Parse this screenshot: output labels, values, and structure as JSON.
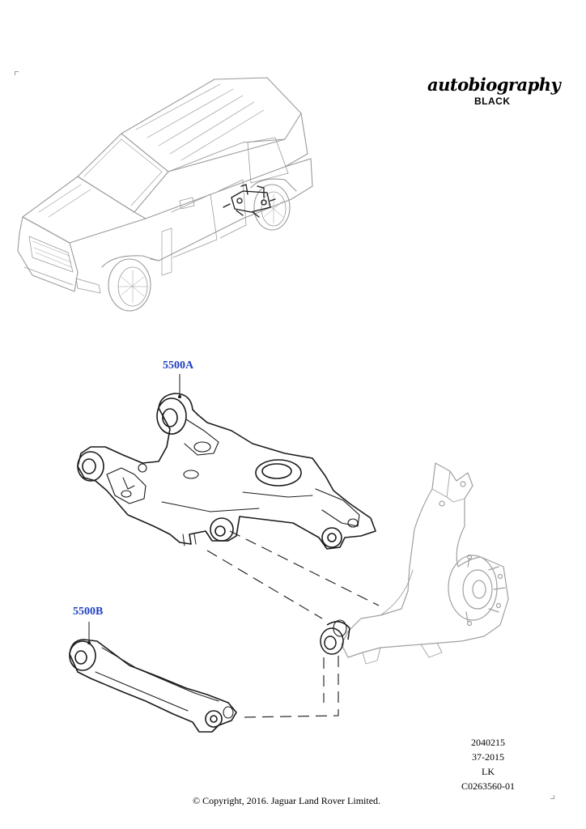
{
  "badge": {
    "script_text": "autobiography",
    "sub_text": "BLACK"
  },
  "callouts": {
    "part_a": "5500A",
    "part_b": "5500B"
  },
  "info_block": {
    "lines": [
      "2040215",
      "37-2015",
      "LK",
      "C0263560-01"
    ]
  },
  "copyright": "© Copyright, 2016. Jaguar Land Rover Limited.",
  "colors": {
    "callout": "#1f3fc4",
    "vehicle_line": "#9a9a9a",
    "part_line": "#1a1a1a",
    "knuckle_line": "#a0a0a0"
  }
}
